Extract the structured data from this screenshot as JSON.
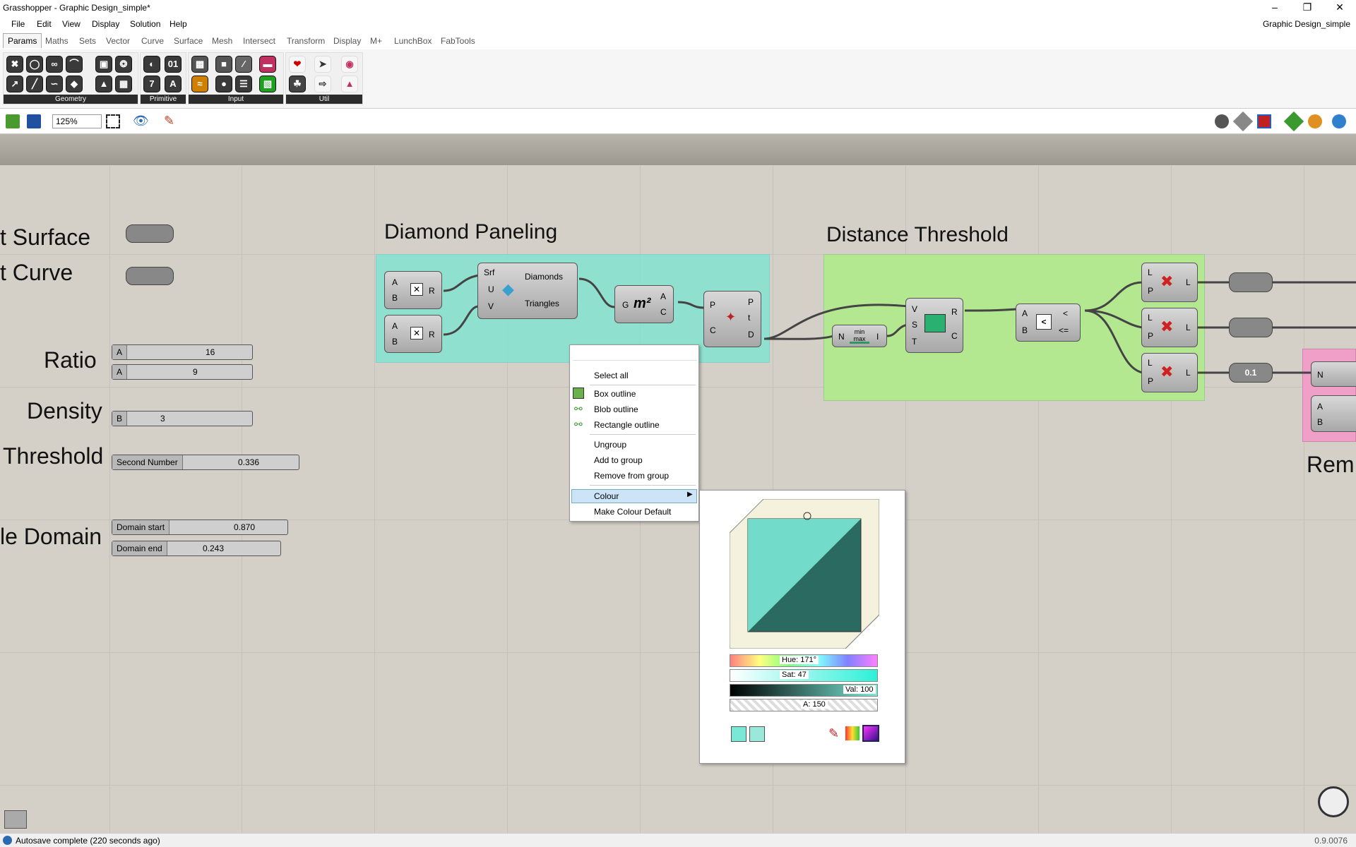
{
  "window": {
    "title": "Grasshopper - Graphic Design_simple*",
    "doc_name": "Graphic Design_simple"
  },
  "menu": [
    "File",
    "Edit",
    "View",
    "Display",
    "Solution",
    "Help"
  ],
  "tabs": [
    "Params",
    "Maths",
    "Sets",
    "Vector",
    "Curve",
    "Surface",
    "Mesh",
    "Intersect",
    "Transform",
    "Display",
    "M+",
    "LunchBox",
    "FabTools"
  ],
  "ribbon_groups": [
    "Geometry",
    "Primitive",
    "Input",
    "Util"
  ],
  "toolbar": {
    "zoom": "125%"
  },
  "canvas": {
    "left_labels": {
      "surface": "t Surface",
      "curve": "t Curve",
      "ratio": "Ratio",
      "density": "Density",
      "threshold": "Threshold",
      "domain": "le Domain",
      "rem": "Rem"
    },
    "groups": {
      "diamond": "Diamond Paneling",
      "distance": "Distance Threshold"
    },
    "sliders": {
      "ratio_a1": {
        "label": "A",
        "value": "16"
      },
      "ratio_a2": {
        "label": "A",
        "value": "9"
      },
      "density": {
        "label": "B",
        "value": "3"
      },
      "threshold": {
        "label": "Second Number",
        "value": "0.336"
      },
      "dom_start": {
        "label": "Domain start",
        "value": "0.870"
      },
      "dom_end": {
        "label": "Domain end",
        "value": "0.243"
      }
    },
    "components": {
      "mult": {
        "in": [
          "A",
          "B"
        ],
        "out": "R"
      },
      "diamond": {
        "in": [
          "Srf",
          "U",
          "V"
        ],
        "out": [
          "Diamonds",
          "Triangles"
        ]
      },
      "area": {
        "in": "G",
        "out": [
          "A",
          "C"
        ],
        "icon": "m²"
      },
      "cp": {
        "in": [
          "P",
          "C"
        ],
        "out": [
          "P",
          "t",
          "D"
        ]
      },
      "bounds": {
        "in": "N",
        "out": "I"
      },
      "sort": {
        "in": [
          "V",
          "S",
          "T"
        ],
        "out": [
          "R",
          "C"
        ]
      },
      "compare": {
        "in": [
          "A",
          "B"
        ],
        "out": [
          "<",
          "<="
        ]
      },
      "cull": {
        "in": [
          "L",
          "P"
        ],
        "out": "L"
      },
      "remap": {
        "in": "N",
        "in2": [
          "A",
          "B"
        ]
      },
      "num": "0.1"
    }
  },
  "context_menu": {
    "items": [
      "Select all",
      "Box outline",
      "Blob outline",
      "Rectangle outline",
      "Ungroup",
      "Add to group",
      "Remove from group",
      "Colour",
      "Make Colour Default"
    ]
  },
  "colour_picker": {
    "hue": "Hue: 171°",
    "sat": "Sat: 47",
    "val": "Val: 100",
    "alpha": "A: 150"
  },
  "status": {
    "message": "Autosave complete (220 seconds ago)",
    "version": "0.9.0076"
  }
}
